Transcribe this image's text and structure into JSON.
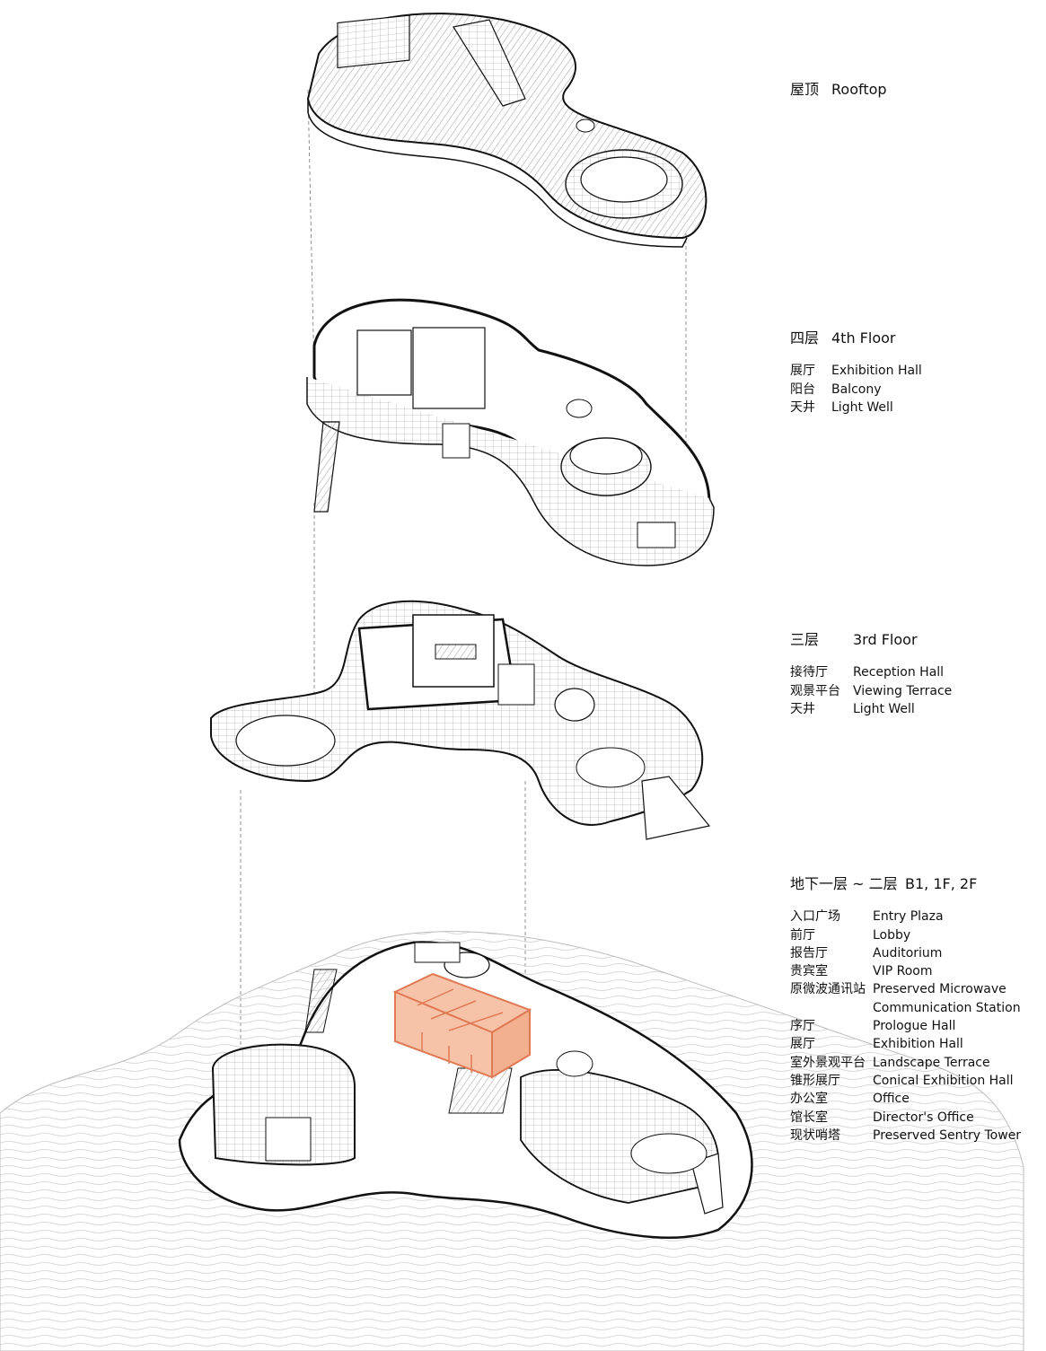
{
  "legend": {
    "rooftop": {
      "cn": "屋顶",
      "en": "Rooftop"
    },
    "fourth": {
      "cn": "四层",
      "en": "4th Floor",
      "items": [
        {
          "cn": "展厅",
          "en": "Exhibition Hall"
        },
        {
          "cn": "阳台",
          "en": "Balcony"
        },
        {
          "cn": "天井",
          "en": "Light Well"
        }
      ]
    },
    "third": {
      "cn": "三层",
      "en": "3rd Floor",
      "items": [
        {
          "cn": "接待厅",
          "en": "Reception Hall"
        },
        {
          "cn": "观景平台",
          "en": "Viewing Terrace"
        },
        {
          "cn": "天井",
          "en": "Light Well"
        }
      ]
    },
    "lower": {
      "cn": "地下一层 ~ 二层",
      "en": "B1, 1F, 2F",
      "items": [
        {
          "cn": "入口广场",
          "en": "Entry Plaza"
        },
        {
          "cn": "前厅",
          "en": "Lobby"
        },
        {
          "cn": "报告厅",
          "en": "Auditorium"
        },
        {
          "cn": "贵宾室",
          "en": "VIP Room"
        },
        {
          "cn": "原微波通讯站",
          "en": "Preserved Microwave"
        },
        {
          "cn": "",
          "en": "Communication Station"
        },
        {
          "cn": "序厅",
          "en": "Prologue Hall"
        },
        {
          "cn": "展厅",
          "en": "Exhibition Hall"
        },
        {
          "cn": "室外景观平台",
          "en": "Landscape Terrace"
        },
        {
          "cn": "锥形展厅",
          "en": "Conical Exhibition Hall"
        },
        {
          "cn": "办公室",
          "en": "Office"
        },
        {
          "cn": "馆长室",
          "en": "Director's Office"
        },
        {
          "cn": "现状哨塔",
          "en": "Preserved Sentry Tower"
        }
      ]
    }
  },
  "colors": {
    "ink": "#111111",
    "hatch": "#9a9a9a",
    "highlight_fill": "#f7c3a8",
    "highlight_stroke": "#e07a55"
  }
}
